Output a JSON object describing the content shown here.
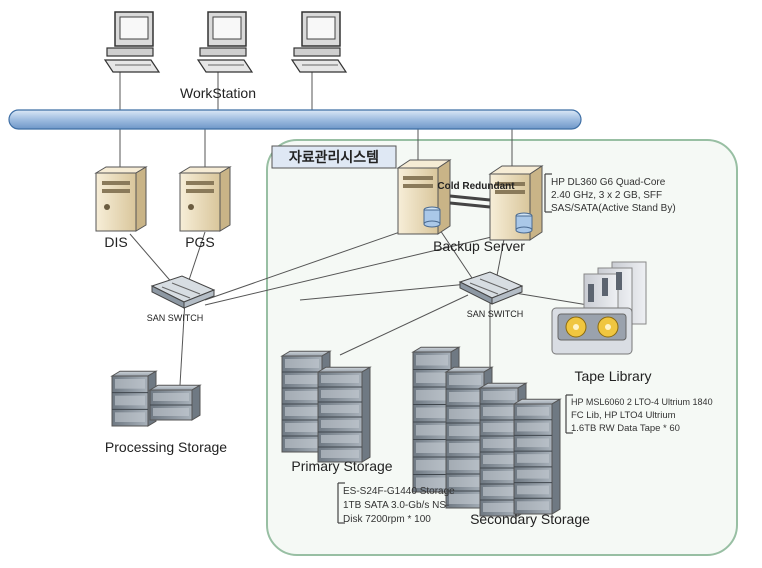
{
  "network": {
    "workstation_label": "WorkStation"
  },
  "servers": {
    "dis_label": "DIS",
    "pgs_label": "PGS"
  },
  "system": {
    "title": "자료관리시스템",
    "cold_redundant": "Cold Redundant",
    "backup_server_label": "Backup Server",
    "backup_specs": [
      "HP DL360 G6 Quad-Core",
      "2.40 GHz, 3 x 2 GB, SFF",
      "SAS/SATA(Active Stand By)"
    ],
    "tape_library_label": "Tape Library",
    "tape_specs": [
      "HP MSL6060 2 LTO-4 Ultrium 1840",
      "FC Lib, HP LTO4 Ultrium",
      "1.6TB RW Data Tape * 60"
    ],
    "primary_storage_label": "Primary Storage",
    "primary_specs": [
      "ES-S24F-G1440 Storage",
      "1TB SATA 3.0-Gb/s NS-",
      "Disk 7200rpm * 100"
    ],
    "secondary_storage_label": "Secondary Storage"
  },
  "switches": {
    "left_label": "SAN SWITCH",
    "right_label": "SAN SWITCH"
  },
  "storage": {
    "processing_label": "Processing Storage"
  },
  "colors": {
    "bus": "#a9c4e4",
    "bus_stroke": "#3f6fa5",
    "system_border": "#8db59a",
    "system_fill": "#f4f8f4",
    "title_fill": "#dfe8f4",
    "server": "#eadbb9",
    "rack": "#8c96a0"
  }
}
